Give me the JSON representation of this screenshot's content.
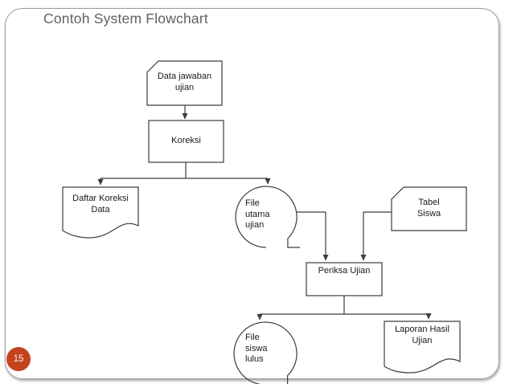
{
  "slide": {
    "title": "Contoh System Flowchart",
    "page_number": "15",
    "accent_color": "#c4431f",
    "title_color": "#616161",
    "line_color": "#3c3c3c",
    "border_color": "#9a9a9a"
  },
  "flowchart": {
    "nodes": [
      {
        "id": "data-jawaban-ujian",
        "type": "card",
        "label": "Data jawaban\nujian"
      },
      {
        "id": "koreksi",
        "type": "process",
        "label": "Koreksi"
      },
      {
        "id": "daftar-koreksi-data",
        "type": "document",
        "label": "Daftar Koreksi\nData"
      },
      {
        "id": "file-utama-ujian",
        "type": "magnetic-tape",
        "label": "File\nutama\nujian"
      },
      {
        "id": "tabel-siswa",
        "type": "card",
        "label": "Tabel\nSiswa"
      },
      {
        "id": "periksa-ujian",
        "type": "process",
        "label": "Periksa Ujian"
      },
      {
        "id": "file-siswa-lulus",
        "type": "magnetic-tape",
        "label": "File\nsiswa\nlulus"
      },
      {
        "id": "laporan-hasil-ujian",
        "type": "document",
        "label": "Laporan Hasil\nUjian"
      }
    ],
    "edges": [
      {
        "from": "data-jawaban-ujian",
        "to": "koreksi"
      },
      {
        "from": "koreksi",
        "to": "daftar-koreksi-data"
      },
      {
        "from": "koreksi",
        "to": "file-utama-ujian"
      },
      {
        "from": "file-utama-ujian",
        "to": "periksa-ujian"
      },
      {
        "from": "tabel-siswa",
        "to": "periksa-ujian"
      },
      {
        "from": "periksa-ujian",
        "to": "file-siswa-lulus"
      },
      {
        "from": "periksa-ujian",
        "to": "laporan-hasil-ujian"
      }
    ]
  }
}
